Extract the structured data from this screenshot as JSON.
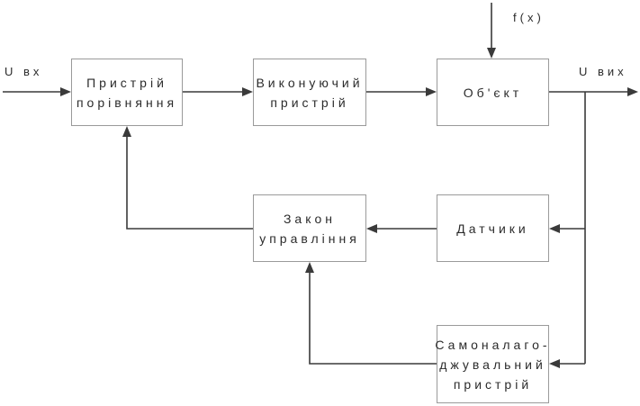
{
  "labels": {
    "input": "U вх",
    "output": "U вих",
    "disturbance": "f(x)"
  },
  "blocks": {
    "comparator": {
      "line1": "Пристрій",
      "line2": "порівняння"
    },
    "actuator": {
      "line1": "Виконуючий",
      "line2": "пристрій"
    },
    "object": {
      "line1": "Об'єкт"
    },
    "control_law": {
      "line1": "Закон",
      "line2": "управління"
    },
    "sensors": {
      "line1": "Датчики"
    },
    "self_tuning": {
      "line1": "Самоналаго-",
      "line2": "джувальний",
      "line3": "пристрій"
    }
  },
  "colors": {
    "line": "#3a3a3a",
    "box_border": "#9a9a9a"
  }
}
